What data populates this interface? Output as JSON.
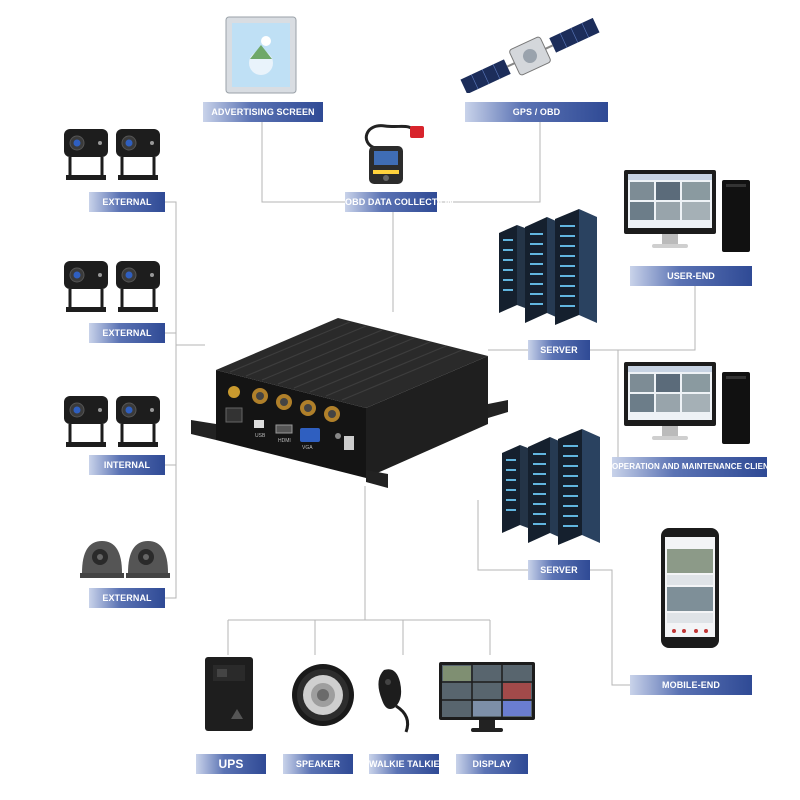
{
  "labels": {
    "advertising_screen": "ADVERTISING SCREEN",
    "gps_obd": "GPS / OBD",
    "obd_data_collection": "OBD DATA COLLECTION",
    "external_1": "EXTERNAL",
    "external_2": "EXTERNAL",
    "internal": "INTERNAL",
    "external_3": "EXTERNAL",
    "user_end": "USER-END",
    "server_1": "SERVER",
    "operation_client": "OPERATION AND MAINTENANCE CLIENT",
    "server_2": "SERVER",
    "mobile_end": "MOBILE-END",
    "ups": "UPS",
    "speaker": "SPEAKER",
    "walkie_talkie": "WALKIE TALKIE",
    "display": "DISPLAY"
  },
  "device_ports": {
    "usb": "USB",
    "hdmi": "HDMI",
    "vga": "VGA"
  },
  "colors": {
    "label_dark": "#2f4a95",
    "label_light": "#c9d3ea",
    "line": "#b5b5b5",
    "device_body": "#1a1a1a"
  }
}
